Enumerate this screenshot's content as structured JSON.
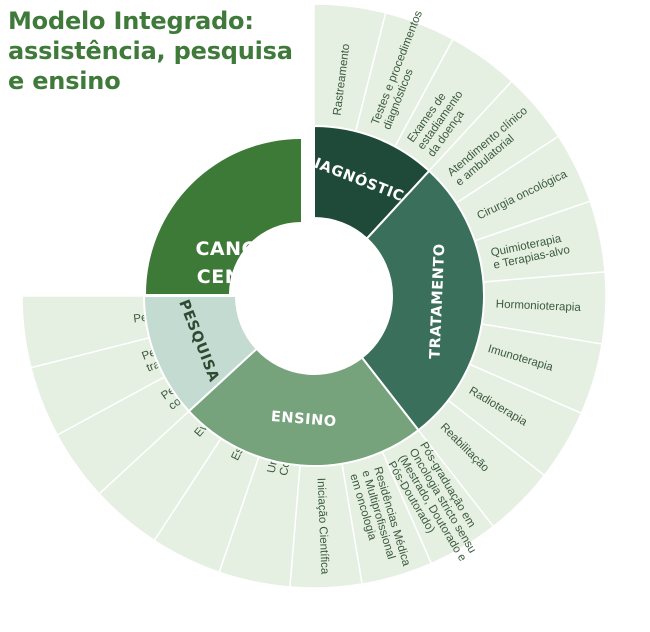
{
  "title": {
    "line1": "Modelo Integrado:",
    "line2": "assistência, pesquisa",
    "line3": "e ensino"
  },
  "center": {
    "line1": "CANCER",
    "line2": "CENTER"
  },
  "colors": {
    "diagnostico": "#1f4a3a",
    "tratamento": "#3a6f5c",
    "ensino": "#76a37c",
    "pesquisa": "#c3dbd0",
    "outer": "#e5efe2",
    "center": "#3e7a37",
    "title": "#3f7a3a"
  },
  "categories": [
    {
      "id": "diagnostico",
      "label": "DIAGNÓSTICO",
      "items": [
        [
          "Rastreamento"
        ],
        [
          "Testes e procedimentos",
          "diagnósticos"
        ],
        [
          "Exames de",
          "estadiamento",
          "da doença"
        ]
      ]
    },
    {
      "id": "tratamento",
      "label": "TRATAMENTO",
      "items": [
        [
          "Atendimento clínico",
          "e ambulatorial"
        ],
        [
          "Cirurgia oncológica"
        ],
        [
          "Quimioterapia",
          "e Terapias-alvo"
        ],
        [
          "Hormonioterapia"
        ],
        [
          "Imunoterapia"
        ],
        [
          "Radioterapia"
        ],
        [
          "Reabilitação"
        ]
      ]
    },
    {
      "id": "ensino",
      "label": "ENSINO",
      "items": [
        [
          "Pós-graduação em",
          "Oncologia stricto sensu",
          "(Mestrado, Doutorado e",
          "Pós-Doutorado)"
        ],
        [
          "Residências Médica",
          "e Multiprofissional",
          "em oncologia"
        ],
        [
          "Iniciação Científica"
        ],
        [
          "Universidade",
          "Corporativa"
        ],
        [
          "Escola Hospitalar"
        ],
        [
          "Eventos científicos"
        ]
      ]
    },
    {
      "id": "pesquisa",
      "label": "PESQUISA",
      "items": [
        [
          "Pesquisa clínica",
          "com pacientes"
        ],
        [
          "Pesquisa",
          "translacional"
        ],
        [
          "Pesquisa básica"
        ]
      ]
    }
  ]
}
